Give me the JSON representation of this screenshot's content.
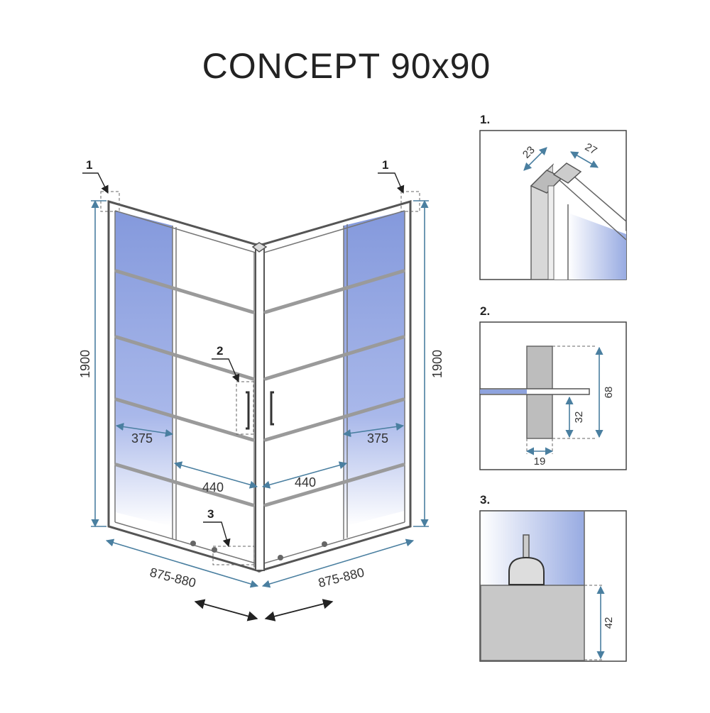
{
  "title": "CONCEPT 90x90",
  "callouts": {
    "c1_left": "1",
    "c1_right": "1",
    "c2": "2",
    "c3": "3"
  },
  "dimensions": {
    "height_left": "1900",
    "height_right": "1900",
    "fixed_left": "375",
    "fixed_right": "375",
    "door_left": "440",
    "door_right": "440",
    "width_left": "875-880",
    "width_right": "875-880"
  },
  "details": {
    "d1": {
      "label": "1.",
      "dim_a": "23",
      "dim_b": "27"
    },
    "d2": {
      "label": "2.",
      "dim_height": "68",
      "dim_lower": "32",
      "dim_width": "19"
    },
    "d3": {
      "label": "3.",
      "dim_height": "42"
    }
  },
  "colors": {
    "glass_blue": "#8fa3de",
    "frame": "#555555",
    "dimension": "#4a7fa0",
    "profile_gray": "#bdbdbd"
  }
}
